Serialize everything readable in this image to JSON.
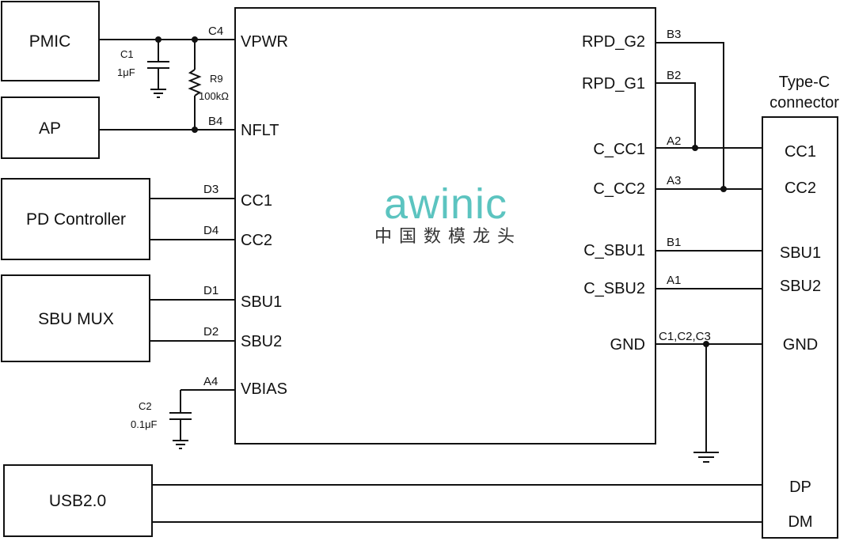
{
  "blocks": {
    "pmic": "PMIC",
    "ap": "AP",
    "pd_controller": "PD Controller",
    "sbu_mux": "SBU MUX",
    "usb20": "USB2.0"
  },
  "chip": {
    "logo_text": "awinic",
    "logo_cn": "中国数模龙头",
    "left_pins": [
      {
        "name": "VPWR",
        "ball": "C4"
      },
      {
        "name": "NFLT",
        "ball": "B4"
      },
      {
        "name": "CC1",
        "ball": "D3"
      },
      {
        "name": "CC2",
        "ball": "D4"
      },
      {
        "name": "SBU1",
        "ball": "D1"
      },
      {
        "name": "SBU2",
        "ball": "D2"
      },
      {
        "name": "VBIAS",
        "ball": "A4"
      }
    ],
    "right_pins": [
      {
        "name": "RPD_G2",
        "ball": "B3"
      },
      {
        "name": "RPD_G1",
        "ball": "B2"
      },
      {
        "name": "C_CC1",
        "ball": "A2"
      },
      {
        "name": "C_CC2",
        "ball": "A3"
      },
      {
        "name": "C_SBU1",
        "ball": "B1"
      },
      {
        "name": "C_SBU2",
        "ball": "A1"
      },
      {
        "name": "GND",
        "ball": "C1,C2,C3"
      }
    ]
  },
  "components": {
    "c1_ref": "C1",
    "c1_val": "1μF",
    "r9_ref": "R9",
    "r9_val": "100kΩ",
    "c2_ref": "C2",
    "c2_val": "0.1μF"
  },
  "connector": {
    "title_line1": "Type-C",
    "title_line2": "connector",
    "pins": [
      "CC1",
      "CC2",
      "SBU1",
      "SBU2",
      "GND",
      "DP",
      "DM"
    ]
  }
}
